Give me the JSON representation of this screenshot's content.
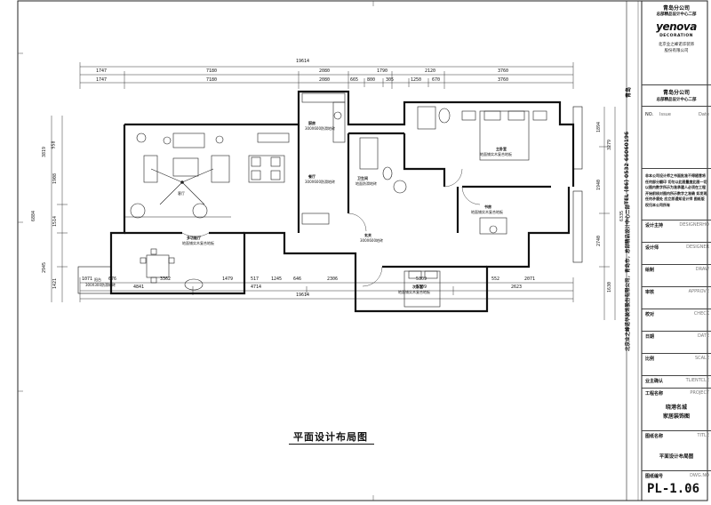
{
  "drawing": {
    "plan_title": "平面设计布局图",
    "total_width": "19614",
    "top_dims_row1": [
      "1747",
      "7180",
      "2080",
      "1790",
      "2120",
      "3760"
    ],
    "top_dims_row2": [
      "1747",
      "7180",
      "2080",
      "665",
      "800",
      "305",
      "1250",
      "670",
      "3760"
    ],
    "bottom_dims_row1": [
      "1071",
      "676",
      "3362",
      "1479",
      "517",
      "1245",
      "646",
      "2306",
      "5309",
      "552",
      "2071"
    ],
    "bottom_dims_row2": [
      "4841",
      "4714",
      "5309",
      "2623"
    ],
    "left_dims": [
      "3819",
      "958",
      "1908",
      "6884",
      "1514",
      "2945",
      "1421"
    ],
    "right_dims": [
      "1894",
      "3279",
      "1940",
      "6335",
      "2740",
      "1630"
    ],
    "rooms": [
      {
        "name": "客厅"
      },
      {
        "name": "多功能厅",
        "note": "地面铺实木复合地板"
      },
      {
        "name": "阳台",
        "note": "300X300防滑地砖"
      },
      {
        "name": "厨房",
        "note": "300X600防滑地砖"
      },
      {
        "name": "餐厅",
        "note": "300X600防滑地砖"
      },
      {
        "name": "卫生间",
        "note": "地面防滑地砖"
      },
      {
        "name": "主卧室",
        "note": "地面铺实木复合地板"
      },
      {
        "name": "次卧室",
        "note": "地面铺实木复合地板"
      },
      {
        "name": "书房",
        "note": "地面铺实木复合地板"
      },
      {
        "name": "玄关",
        "note": "300X600地砖"
      }
    ]
  },
  "titleblock": {
    "company": "青岛分公司",
    "company_sub": "总部精品设计中心二部",
    "brand": "yenova",
    "brand_sub": "DECORATION",
    "brand_cn1": "北京业之峰诺华装饰",
    "brand_cn2": "股份有限公司",
    "company2": "青岛分公司",
    "company2_sub": "总部精品设计中心二部",
    "no_label": "NO.",
    "issue_label": "Issue",
    "date_label": "Date",
    "notice": "非本公司设计师之书面批准不得随意将任何部分翻印 切勿以此图量度此图一切以图内数字所示为准承建人必须在工程开始前核对图内所示数字之准确 如发现任何矛盾处 应立即通知设计师 图纸版权归本公司所有",
    "rows": [
      {
        "cn": "设计主持",
        "en": "DESIGNERHO",
        "value": ""
      },
      {
        "cn": "设计师",
        "en": "DESIGNER",
        "value": ""
      },
      {
        "cn": "绘制",
        "en": "DRAW",
        "value": ""
      },
      {
        "cn": "审核",
        "en": "APPROVE",
        "value": ""
      },
      {
        "cn": "校对",
        "en": "CHECK",
        "value": ""
      },
      {
        "cn": "日期",
        "en": "DATE",
        "value": ""
      },
      {
        "cn": "比例",
        "en": "SCALE",
        "value": ""
      },
      {
        "cn": "业主确认",
        "en": "TLIENTCLE",
        "value": ""
      }
    ],
    "project_label": "工程名称",
    "project_en": "PROJECT",
    "project_name_1": "晓港名城",
    "project_name_2": "家居装饰图",
    "title_label": "图纸名称",
    "title_en": "TITLE",
    "title_value": "平面设计布局图",
    "dwg_label": "图纸编号",
    "dwg_en": "DWG.NO",
    "dwg_no": "PL-1.06",
    "vertical_text": "北京业之峰诺华装饰股份有限公司，青岛市，总部精品设计中心二部",
    "tel": "TEL (86) 0532 66060196",
    "city": "青岛"
  }
}
